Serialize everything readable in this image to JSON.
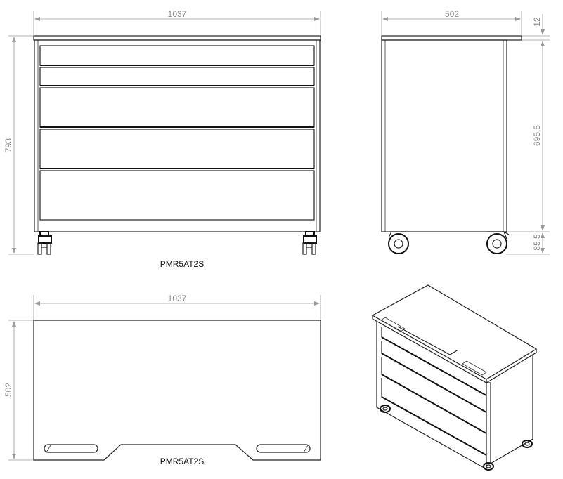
{
  "front_view": {
    "width_label": "1037",
    "height_label": "793",
    "caption": "PMR5AT2S"
  },
  "side_view": {
    "depth_label": "502",
    "top_thickness_label": "12",
    "body_height_label": "695,5",
    "caster_height_label": "85,5"
  },
  "top_view": {
    "width_label": "1037",
    "depth_label": "502",
    "caption": "PMR5AT2S"
  }
}
